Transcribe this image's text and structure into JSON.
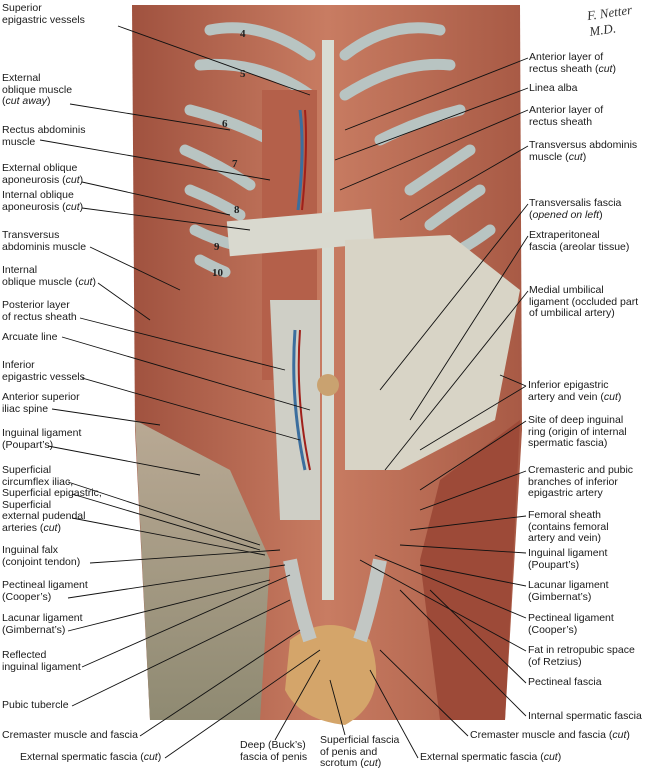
{
  "signature": "F. Netter M.D.",
  "rib_numbers": [
    "4",
    "5",
    "6",
    "7",
    "8",
    "9",
    "10"
  ],
  "left_labels": [
    {
      "id": "sup-epi",
      "lines": [
        [
          "Superior"
        ],
        [
          "epigastric vessels"
        ]
      ]
    },
    {
      "id": "ext-obl",
      "lines": [
        [
          "External"
        ],
        [
          "oblique muscle"
        ],
        [
          "(",
          "cut away",
          ")"
        ]
      ]
    },
    {
      "id": "rectus",
      "lines": [
        [
          "Rectus abdominis"
        ],
        [
          "muscle"
        ]
      ]
    },
    {
      "id": "ext-apo",
      "lines": [
        [
          "External oblique"
        ],
        [
          "aponeurosis (",
          "cut",
          ")"
        ]
      ]
    },
    {
      "id": "int-apo",
      "lines": [
        [
          "Internal oblique"
        ],
        [
          "aponeurosis (",
          "cut",
          ")"
        ]
      ]
    },
    {
      "id": "transv",
      "lines": [
        [
          "Transversus"
        ],
        [
          "abdominis muscle"
        ]
      ]
    },
    {
      "id": "int-obl",
      "lines": [
        [
          "Internal"
        ],
        [
          "oblique muscle (",
          "cut",
          ")"
        ]
      ]
    },
    {
      "id": "post-layer",
      "lines": [
        [
          "Posterior layer"
        ],
        [
          "of rectus sheath"
        ]
      ]
    },
    {
      "id": "arcuate",
      "lines": [
        [
          "Arcuate line"
        ]
      ]
    },
    {
      "id": "inf-epi",
      "lines": [
        [
          "Inferior"
        ],
        [
          "epigastric vessels"
        ]
      ]
    },
    {
      "id": "asis",
      "lines": [
        [
          "Anterior superior"
        ],
        [
          "iliac spine"
        ]
      ]
    },
    {
      "id": "inguinal-l",
      "lines": [
        [
          "Inguinal ligament"
        ],
        [
          "(Poupart’s)"
        ]
      ]
    },
    {
      "id": "superficial",
      "lines": [
        [
          "Superficial"
        ],
        [
          "circumflex iliac,"
        ],
        [
          "Superficial epigastric,"
        ],
        [
          "Superficial"
        ],
        [
          "external pudendal"
        ],
        [
          "arteries (",
          "cut",
          ")"
        ]
      ]
    },
    {
      "id": "falx",
      "lines": [
        [
          "Inguinal falx"
        ],
        [
          "(conjoint tendon)"
        ]
      ]
    },
    {
      "id": "pect-lig-l",
      "lines": [
        [
          "Pectineal ligament"
        ],
        [
          "(Cooper’s)"
        ]
      ]
    },
    {
      "id": "lacunar-l",
      "lines": [
        [
          "Lacunar ligament"
        ],
        [
          "(Gimbernat’s)"
        ]
      ]
    },
    {
      "id": "reflected",
      "lines": [
        [
          "Reflected"
        ],
        [
          "inguinal ligament"
        ]
      ]
    },
    {
      "id": "pubic",
      "lines": [
        [
          "Pubic tubercle"
        ]
      ]
    },
    {
      "id": "cremaster-l",
      "lines": [
        [
          "Cremaster muscle and fascia"
        ]
      ]
    },
    {
      "id": "ext-sperm-l",
      "lines": [
        [
          "External spermatic fascia (",
          "cut",
          ")"
        ]
      ]
    }
  ],
  "bottom_labels": [
    {
      "id": "bucks",
      "lines": [
        [
          "Deep (Buck’s)"
        ],
        [
          "fascia of penis"
        ]
      ]
    },
    {
      "id": "superf-fascia",
      "lines": [
        [
          "Superficial fascia"
        ],
        [
          "of penis and"
        ],
        [
          "scrotum (",
          "cut",
          ")"
        ]
      ]
    }
  ],
  "right_labels": [
    {
      "id": "ant-layer-cut",
      "lines": [
        [
          "Anterior layer of"
        ],
        [
          "rectus sheath (",
          "cut",
          ")"
        ]
      ]
    },
    {
      "id": "linea",
      "lines": [
        [
          "Linea alba"
        ]
      ]
    },
    {
      "id": "ant-layer",
      "lines": [
        [
          "Anterior layer of"
        ],
        [
          "rectus sheath"
        ]
      ]
    },
    {
      "id": "transv-cut",
      "lines": [
        [
          "Transversus abdominis"
        ],
        [
          "muscle (",
          "cut",
          ")"
        ]
      ]
    },
    {
      "id": "transversalis",
      "lines": [
        [
          "Transversalis fascia"
        ],
        [
          "(",
          "opened on left",
          ")"
        ]
      ]
    },
    {
      "id": "extraperit",
      "lines": [
        [
          "Extraperitoneal"
        ],
        [
          "fascia (areolar tissue)"
        ]
      ]
    },
    {
      "id": "medial-umb",
      "lines": [
        [
          "Medial umbilical"
        ],
        [
          "ligament (occluded part"
        ],
        [
          "of umbilical artery)"
        ]
      ]
    },
    {
      "id": "inf-epi-av",
      "lines": [
        [
          "Inferior epigastric"
        ],
        [
          "artery and vein (",
          "cut",
          ")"
        ]
      ]
    },
    {
      "id": "deep-ring",
      "lines": [
        [
          "Site of deep inguinal"
        ],
        [
          "ring (origin of internal"
        ],
        [
          "spermatic fascia)"
        ]
      ]
    },
    {
      "id": "cremasteric",
      "lines": [
        [
          "Cremasteric and pubic"
        ],
        [
          "branches of inferior"
        ],
        [
          "epigastric artery"
        ]
      ]
    },
    {
      "id": "femoral",
      "lines": [
        [
          "Femoral sheath"
        ],
        [
          "(contains femoral"
        ],
        [
          "artery and vein)"
        ]
      ]
    },
    {
      "id": "inguinal-r",
      "lines": [
        [
          "Inguinal ligament"
        ],
        [
          "(Poupart’s)"
        ]
      ]
    },
    {
      "id": "lacunar-r",
      "lines": [
        [
          "Lacunar ligament"
        ],
        [
          "(Gimbernat’s)"
        ]
      ]
    },
    {
      "id": "pect-lig-r",
      "lines": [
        [
          "Pectineal ligament"
        ],
        [
          "(Cooper’s)"
        ]
      ]
    },
    {
      "id": "retzius",
      "lines": [
        [
          "Fat in retropubic space"
        ],
        [
          "(of Retzius)"
        ]
      ]
    },
    {
      "id": "pect-fascia",
      "lines": [
        [
          "Pectineal fascia"
        ]
      ]
    },
    {
      "id": "int-sperm",
      "lines": [
        [
          "Internal spermatic fascia"
        ]
      ]
    },
    {
      "id": "cremaster-r",
      "lines": [
        [
          "Cremaster muscle and fascia (",
          "cut",
          ")"
        ]
      ]
    },
    {
      "id": "ext-sperm-r",
      "lines": [
        [
          "External spermatic fascia (",
          "cut",
          ")"
        ]
      ]
    }
  ]
}
